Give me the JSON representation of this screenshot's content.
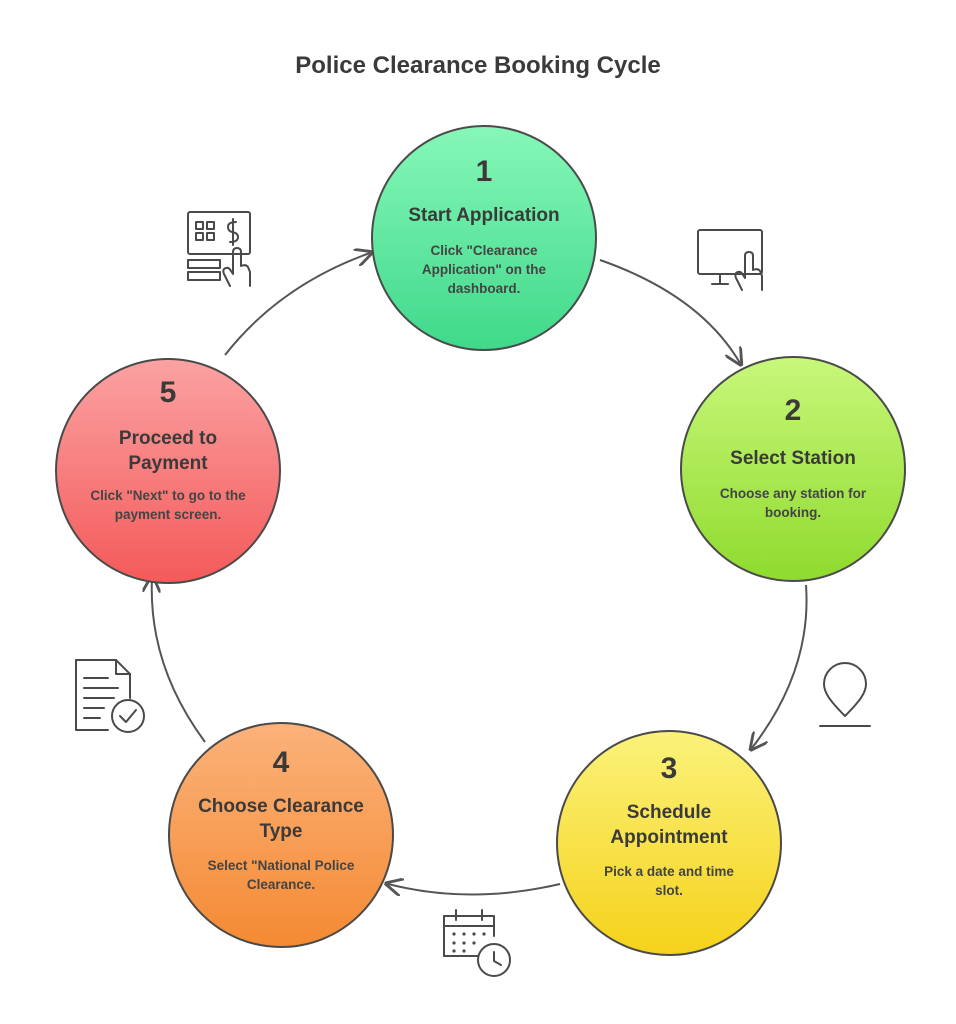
{
  "title": "Police Clearance Booking Cycle",
  "steps": [
    {
      "number": "1",
      "heading": "Start Application",
      "description": "Click \"Clearance Application\" on the dashboard.",
      "color_top": "#86f7b8",
      "color_bottom": "#3fd98a"
    },
    {
      "number": "2",
      "heading": "Select Station",
      "description": "Choose any station for booking.",
      "color_top": "#c8f77a",
      "color_bottom": "#8fdb2e"
    },
    {
      "number": "3",
      "heading": "Schedule Appointment",
      "description": "Pick a date and time slot.",
      "color_top": "#fbf27a",
      "color_bottom": "#f5d21a"
    },
    {
      "number": "4",
      "heading": "Choose Clearance Type",
      "description": "Select \"National Police Clearance.",
      "color_top": "#fbb27a",
      "color_bottom": "#f48a33"
    },
    {
      "number": "5",
      "heading": "Proceed to Payment",
      "description": "Click \"Next\" to go to the payment screen.",
      "color_top": "#fba2a2",
      "color_bottom": "#f45a5a"
    }
  ],
  "icons": {
    "step1": "touchscreen-monitor-icon",
    "step2": "location-pin-icon",
    "step3": "calendar-clock-icon",
    "step4": "document-check-icon",
    "step5": "payment-terminal-icon"
  }
}
